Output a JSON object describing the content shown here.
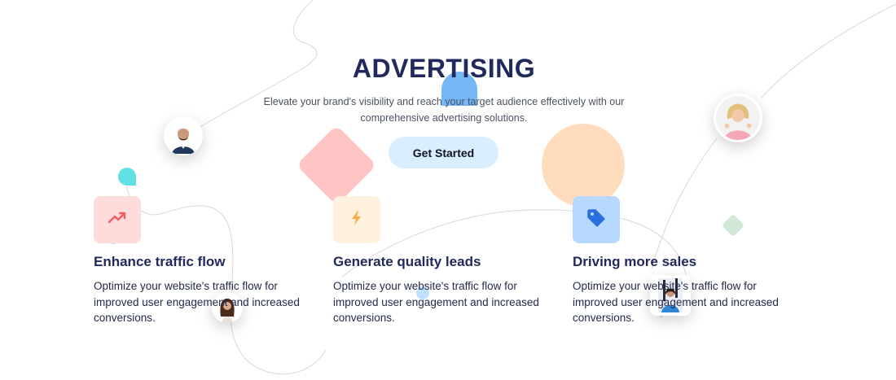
{
  "hero": {
    "title": "ADVERTISING",
    "subtitle_line1": "Elevate your brand's visibility and reach your target audience effectively with our",
    "subtitle_line2": "comprehensive advertising solutions.",
    "cta_label": "Get Started"
  },
  "features": [
    {
      "icon": "trending-up-icon",
      "icon_bg": "#ffdcdc",
      "icon_color": "#f25c5c",
      "title": "Enhance traffic flow",
      "description": "Optimize your website's traffic flow for improved user engagement and increased conversions."
    },
    {
      "icon": "lightning-icon",
      "icon_bg": "#fff1dd",
      "icon_color": "#f5b04a",
      "title": "Generate quality leads",
      "description": "Optimize your website's traffic flow for improved user engagement and increased conversions."
    },
    {
      "icon": "tag-icon",
      "icon_bg": "#b8d9ff",
      "icon_color": "#2a6fe0",
      "title": "Driving more sales",
      "description": "Optimize your website's traffic flow for improved user engagement and increased conversions."
    }
  ],
  "colors": {
    "heading": "#22295c",
    "cta_bg": "#d9efff"
  }
}
